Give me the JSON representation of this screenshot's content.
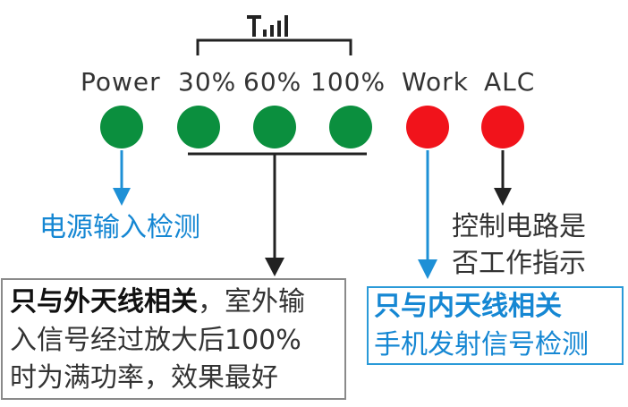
{
  "labels": {
    "power": "Power",
    "p30": "30%",
    "p60": "60%",
    "p100": "100%",
    "work": "Work",
    "alc": "ALC"
  },
  "leds": [
    {
      "id": "power",
      "color": "#0b8f3e"
    },
    {
      "id": "30",
      "color": "#0b8f3e"
    },
    {
      "id": "60",
      "color": "#0b8f3e"
    },
    {
      "id": "100",
      "color": "#0b8f3e"
    },
    {
      "id": "work",
      "color": "#f1131b"
    },
    {
      "id": "alc",
      "color": "#f1131b"
    }
  ],
  "icons": {
    "signal": "signal-strength-icon"
  },
  "notes": {
    "power_detect": "电源输入检测",
    "alc_line1": "控制电路是",
    "alc_line2": "否工作指示",
    "outer_bold": "只与外天线相关",
    "outer_rest1": "，室外输",
    "outer_line2": "入信号经过放大后100%",
    "outer_line3": "时为满功率，效果最好",
    "inner_bold": "只与内天线相关",
    "inner_line2": "手机发射信号检测"
  },
  "colors": {
    "green": "#0b8f3e",
    "red": "#f1131b",
    "arrow_blue": "#1e90d6",
    "text_blue": "#1587d3",
    "dark": "#222222"
  }
}
